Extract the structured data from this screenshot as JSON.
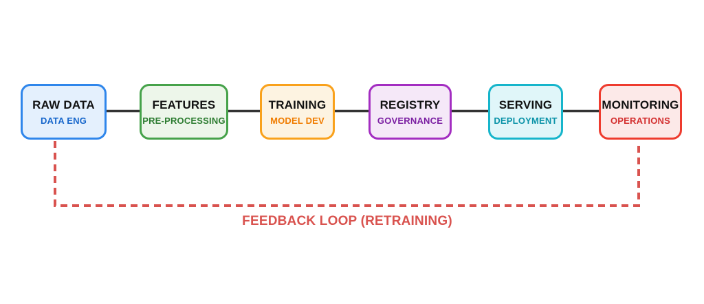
{
  "diagram": {
    "type": "flowchart",
    "background_color": "#FFFFFF",
    "connector_color": "#333333",
    "stages": [
      {
        "title": "RAW DATA",
        "subtitle": "DATA ENG",
        "border_color": "#2F86EB",
        "fill_color": "#E4F0FD",
        "subtitle_color": "#1666CB"
      },
      {
        "title": "FEATURES",
        "subtitle": "PRE-PROCESSING",
        "border_color": "#46A24A",
        "fill_color": "#EDF6EA",
        "subtitle_color": "#2E7D32"
      },
      {
        "title": "TRAINING",
        "subtitle": "MODEL DEV",
        "border_color": "#F9A11B",
        "fill_color": "#FDF3E1",
        "subtitle_color": "#F07C00"
      },
      {
        "title": "REGISTRY",
        "subtitle": "GOVERNANCE",
        "border_color": "#A32DC1",
        "fill_color": "#F5E8F8",
        "subtitle_color": "#7B1FA2"
      },
      {
        "title": "SERVING",
        "subtitle": "DEPLOYMENT",
        "border_color": "#16B5CB",
        "fill_color": "#E0F6F9",
        "subtitle_color": "#0B93A8"
      },
      {
        "title": "MONITORING",
        "subtitle": "OPERATIONS",
        "border_color": "#EE3B2E",
        "fill_color": "#FCE9E8",
        "subtitle_color": "#D32F2F"
      }
    ],
    "feedback_loop": {
      "label": "FEEDBACK LOOP (RETRAINING)",
      "color": "#D9534F"
    }
  }
}
